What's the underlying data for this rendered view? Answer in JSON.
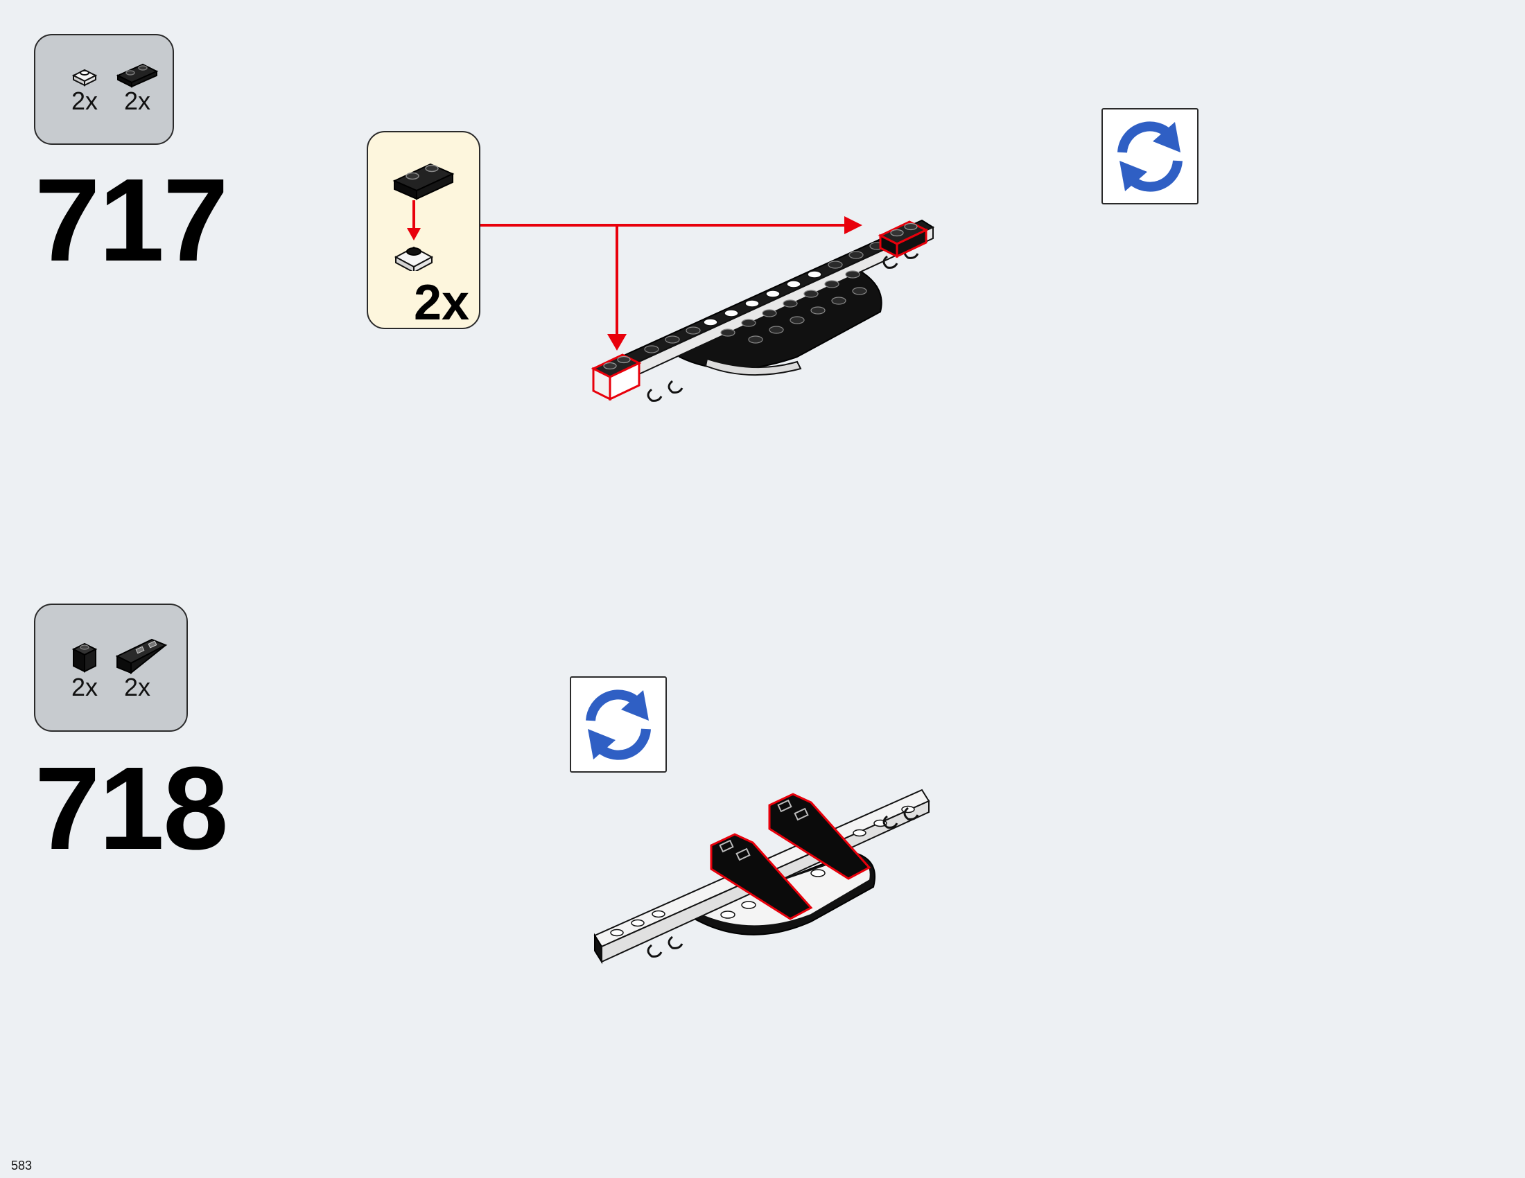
{
  "page": {
    "number": "583"
  },
  "steps": [
    {
      "number": "717",
      "parts": [
        {
          "qty": "2x",
          "icon": "white-round-plate-1x1-icon"
        },
        {
          "qty": "2x",
          "icon": "black-plate-1x2-icon"
        }
      ],
      "callout": {
        "qty": "2x"
      },
      "rotate_icon": "rotate-model-icon"
    },
    {
      "number": "718",
      "parts": [
        {
          "qty": "2x",
          "icon": "black-brick-1x1-icon"
        },
        {
          "qty": "2x",
          "icon": "black-inverted-slope-icon"
        }
      ],
      "rotate_icon": "rotate-model-icon"
    }
  ],
  "colors": {
    "background": "#edf0f3",
    "parts_box": "#c7cbcf",
    "callout_bg": "#fdf6dd",
    "highlight": "#e8000b",
    "rotate_blue": "#2f5fc4",
    "brick_black": "#0b0b0b"
  }
}
